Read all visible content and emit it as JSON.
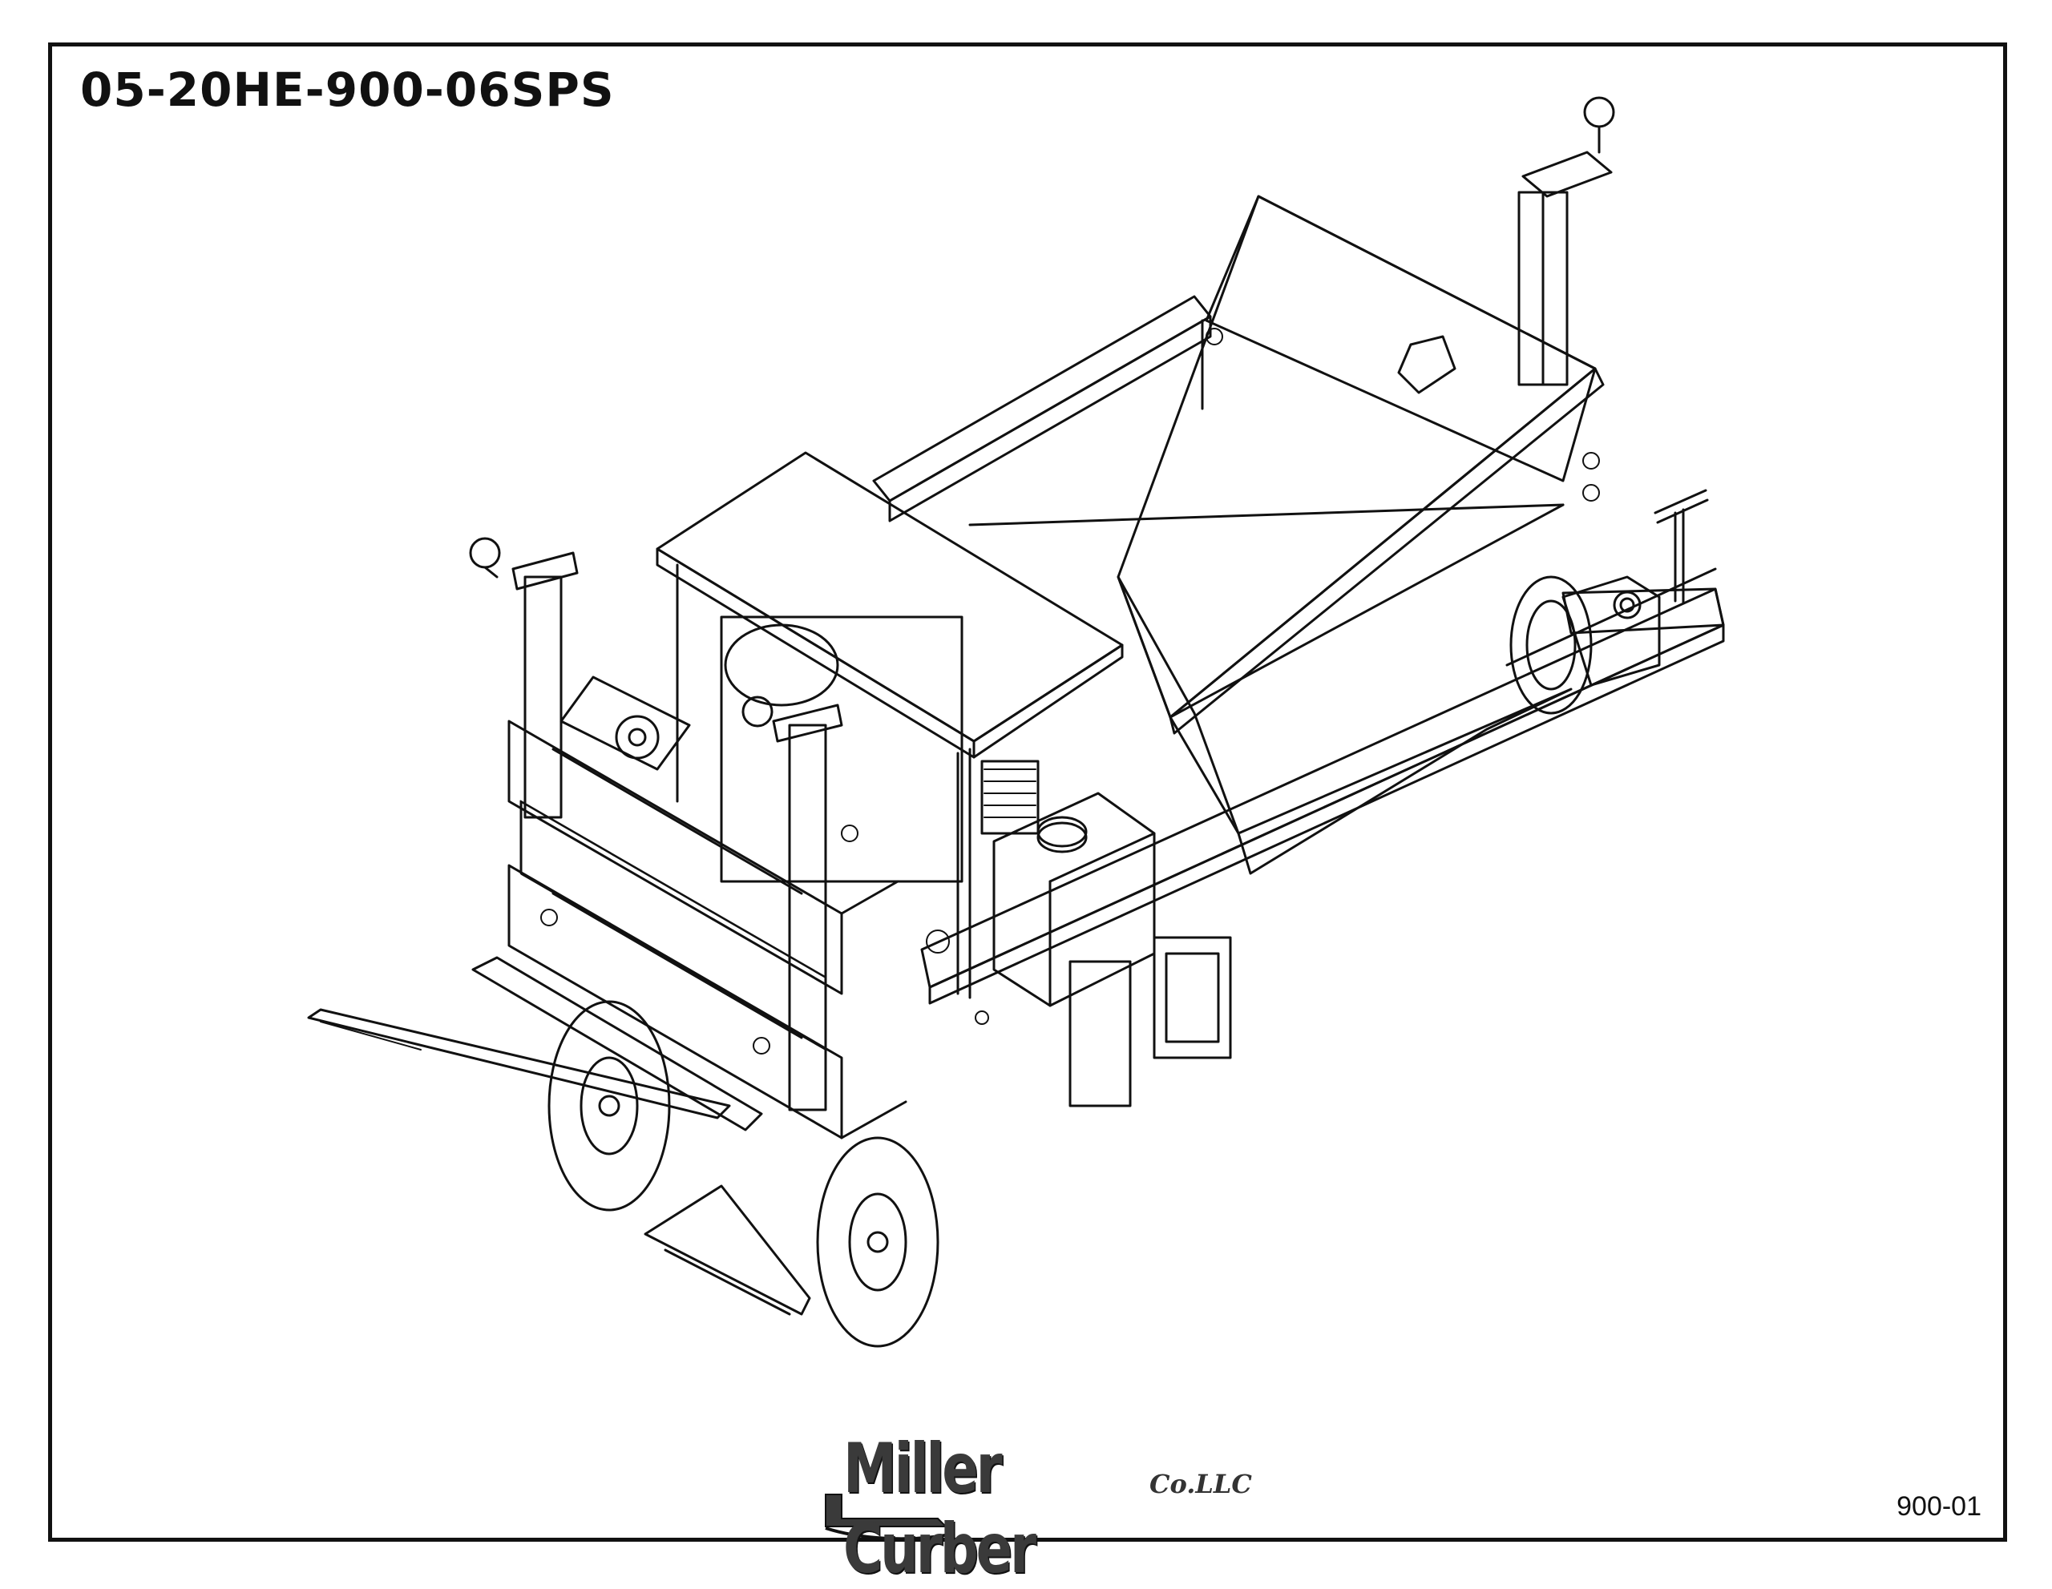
{
  "header": {
    "part_number": "05-20HE-900-06SPS"
  },
  "footer": {
    "drawing_number": "900-01"
  },
  "logo": {
    "name": "Miller Curber",
    "suffix": "Co.LLC"
  },
  "colors": {
    "line": "#111111",
    "background": "#ffffff",
    "logo_gray": "#3a3a3a"
  }
}
